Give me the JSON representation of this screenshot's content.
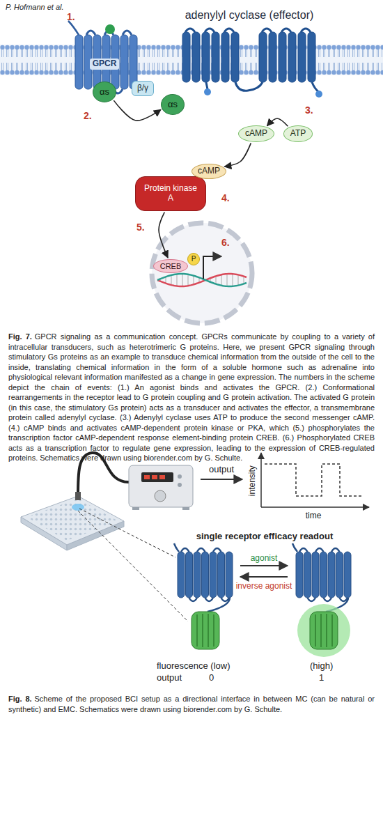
{
  "diagram": {
    "nodes": [
      {
        "text": [
          "GPCR"
        ]
      },
      {
        "text": [
          "αs"
        ]
      },
      {
        "text": [
          "β/γ"
        ]
      },
      {
        "text": [
          "adenylyl cyclase (effector)"
        ]
      },
      {
        "text": [
          "αs"
        ]
      },
      {
        "text": [
          "cAMP"
        ]
      },
      {
        "text": [
          "ATP"
        ]
      },
      {
        "text": [
          "Protein kinase A"
        ]
      },
      {
        "text": [
          "cAMP"
        ]
      },
      {
        "text": [
          "CREB"
        ]
      },
      {
        "text": [
          "P"
        ]
      }
    ],
    "edges": [
      {
        "from": 1,
        "to": 4,
        "arrow": "to"
      },
      {
        "from": 6,
        "to": 5,
        "arrow": "to"
      },
      {
        "from": 5,
        "to": 8,
        "arrow": "to"
      },
      {
        "from": 7,
        "to": 9,
        "arrow": "to"
      }
    ],
    "labels": [
      "P. Hofmann et al.",
      "1.",
      "2.",
      "3.",
      "4.",
      "5.",
      "6.",
      "Fig. 7.",
      "GPCR signaling as a communication concept. GPCRs communicate by coupling to a variety of intracellular transducers, such as heterotrimeric G proteins. Here, we present GPCR signaling through stimulatory Gs proteins as an example to transduce chemical information from the outside of the cell to the inside, translating chemical information in the form of a soluble hormone such as adrenaline into physiological relevant information manifested as a change in gene expression. The numbers in the scheme depict the chain of events: (1.) An agonist binds and activates the GPCR. (2.) Conformational rearrangements in the receptor lead to G protein coupling and G protein activation. The activated G protein (in this case, the stimulatory Gs protein) acts as a transducer and activates the effector, a transmembrane protein called adenylyl cyclase. (3.) Adenylyl cyclase uses ATP to produce the second messenger cAMP. (4.) cAMP binds and activates cAMP-dependent protein kinase or PKA, which (5.) phosphorylates the transcription factor cAMP-dependent response element-binding protein CREB. (6.) Phosphorylated CREB acts as a transcription factor to regulate gene expression, leading to the expression of CREB-regulated proteins. Schematics were drawn using biorender.com by G. Schulte.",
      "output",
      "intensity",
      "time",
      "single receptor efficacy readout",
      "agonist",
      "inverse agonist",
      "fluorescence (low)",
      "(high)",
      "output",
      "0",
      "1",
      "Fig. 8.",
      "Scheme of the proposed BCI setup as a directional interface in between MC (can be natural or synthetic) and EMC. Schematics were drawn using biorender.com by G. Schulte."
    ]
  }
}
